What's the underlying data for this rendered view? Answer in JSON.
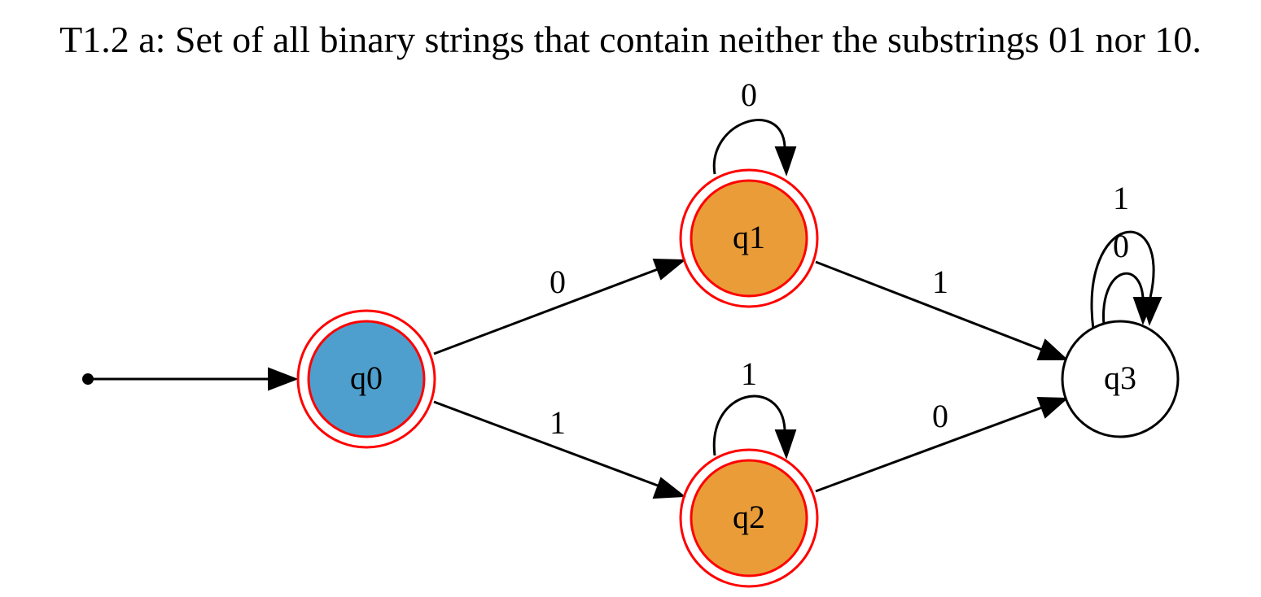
{
  "title": "T1.2 a: Set of all binary strings that contain neither the substrings 01 nor 10.",
  "colors": {
    "q0_fill": "#4e9fcd",
    "q1_fill": "#e99c38",
    "q2_fill": "#e99c38",
    "q3_fill": "#ffffff",
    "accept_ring": "#ff0000",
    "edge": "#000000"
  },
  "states": {
    "q0": {
      "label": "q0",
      "accepting": true,
      "start": true
    },
    "q1": {
      "label": "q1",
      "accepting": true,
      "start": false
    },
    "q2": {
      "label": "q2",
      "accepting": true,
      "start": false
    },
    "q3": {
      "label": "q3",
      "accepting": false,
      "start": false
    }
  },
  "transitions": {
    "q0_q1": {
      "from": "q0",
      "to": "q1",
      "label": "0"
    },
    "q0_q2": {
      "from": "q0",
      "to": "q2",
      "label": "1"
    },
    "q1_q1": {
      "from": "q1",
      "to": "q1",
      "label": "0"
    },
    "q1_q3": {
      "from": "q1",
      "to": "q3",
      "label": "1"
    },
    "q2_q2": {
      "from": "q2",
      "to": "q2",
      "label": "1"
    },
    "q2_q3": {
      "from": "q2",
      "to": "q3",
      "label": "0"
    },
    "q3_q3_0": {
      "from": "q3",
      "to": "q3",
      "label": "0"
    },
    "q3_q3_1": {
      "from": "q3",
      "to": "q3",
      "label": "1"
    }
  }
}
